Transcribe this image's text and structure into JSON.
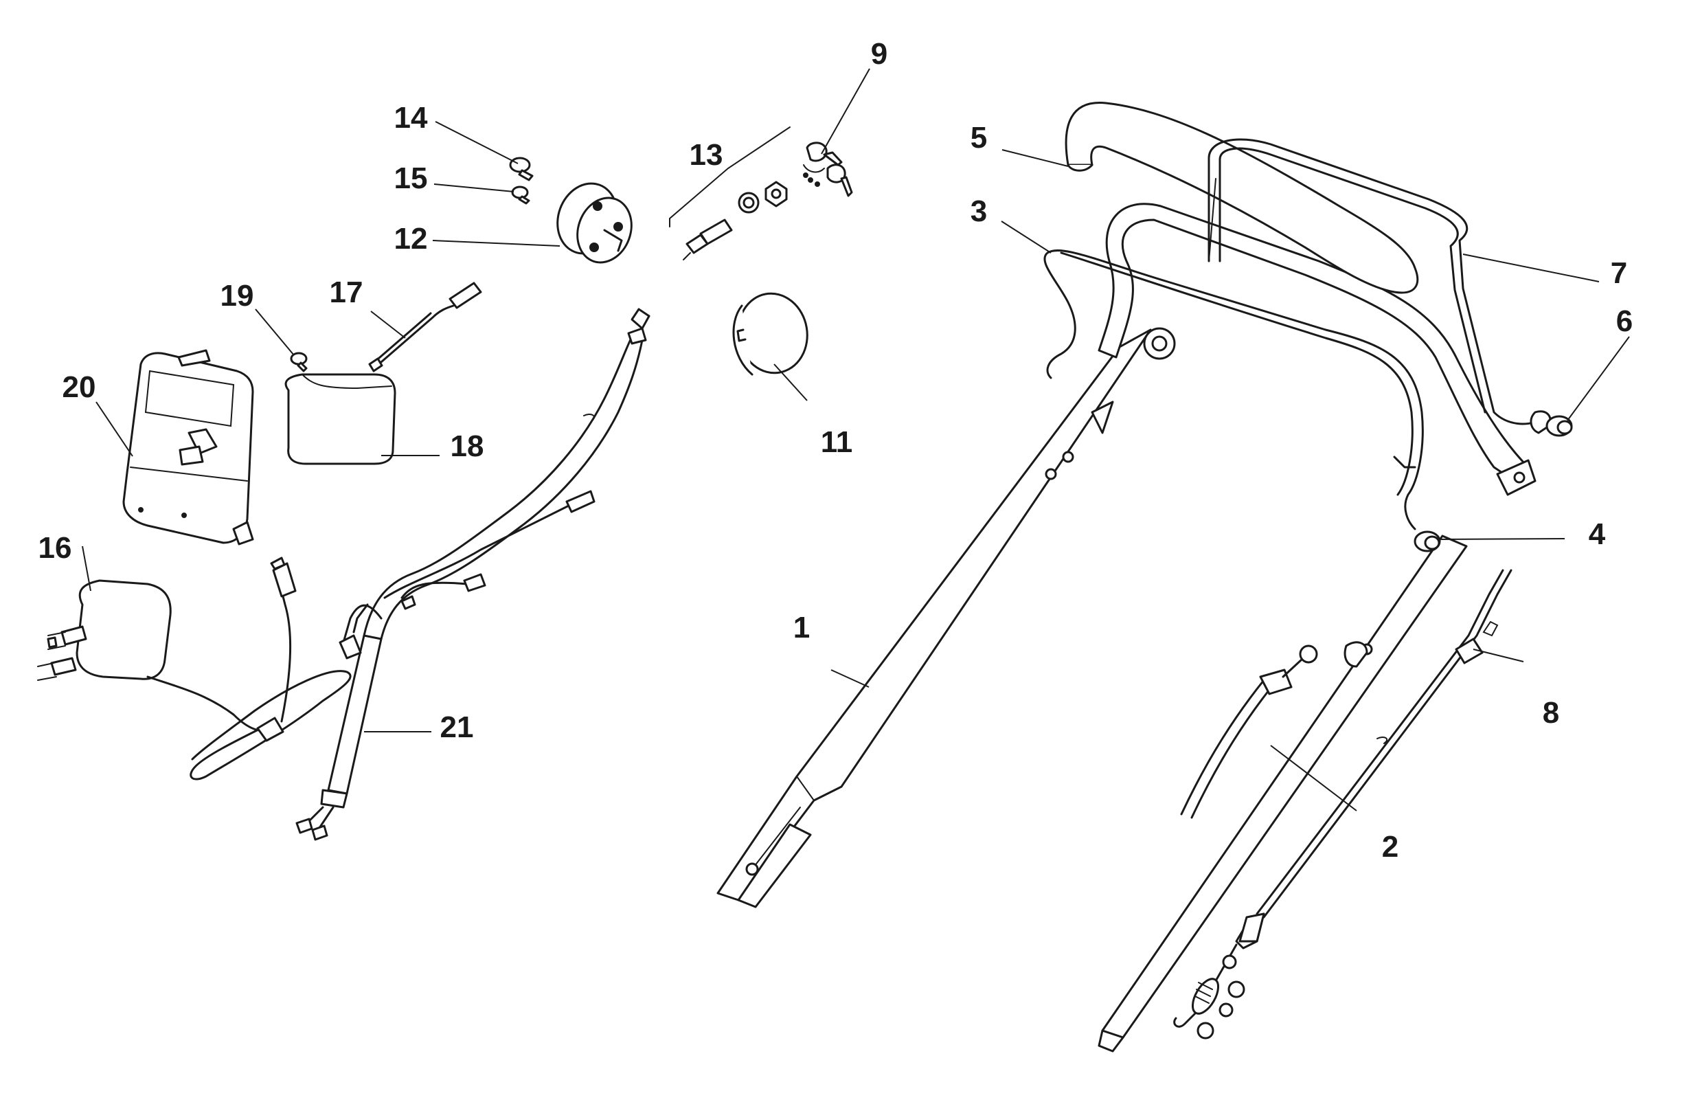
{
  "diagram": {
    "callouts": {
      "c1": "1",
      "c2": "2",
      "c3": "3",
      "c4": "4",
      "c5": "5",
      "c6": "6",
      "c7": "7",
      "c8": "8",
      "c9": "9",
      "c11": "11",
      "c12": "12",
      "c13": "13",
      "c14": "14",
      "c15": "15",
      "c16": "16",
      "c17": "17",
      "c18": "18",
      "c19": "19",
      "c20": "20",
      "c21": "21"
    }
  }
}
